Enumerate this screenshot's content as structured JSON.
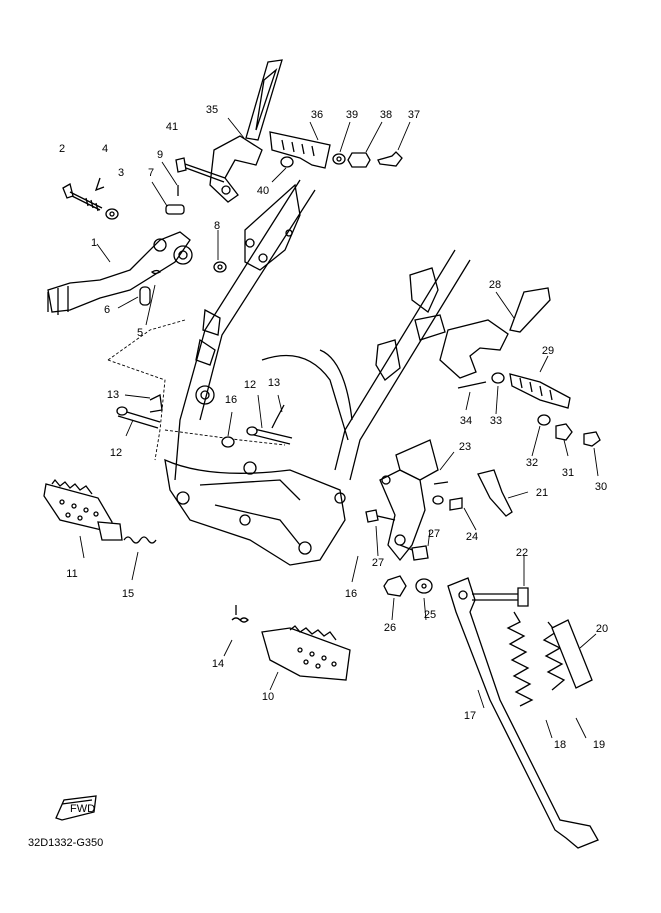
{
  "diagram": {
    "code": "32D1332-G350",
    "fwd_badge": "FWD",
    "callouts": [
      {
        "n": "1"
      },
      {
        "n": "2"
      },
      {
        "n": "3"
      },
      {
        "n": "4"
      },
      {
        "n": "5"
      },
      {
        "n": "6"
      },
      {
        "n": "7"
      },
      {
        "n": "8"
      },
      {
        "n": "9"
      },
      {
        "n": "10"
      },
      {
        "n": "11"
      },
      {
        "n": "12"
      },
      {
        "n": "12"
      },
      {
        "n": "13"
      },
      {
        "n": "13"
      },
      {
        "n": "14"
      },
      {
        "n": "15"
      },
      {
        "n": "16"
      },
      {
        "n": "16"
      },
      {
        "n": "17"
      },
      {
        "n": "18"
      },
      {
        "n": "19"
      },
      {
        "n": "20"
      },
      {
        "n": "21"
      },
      {
        "n": "22"
      },
      {
        "n": "23"
      },
      {
        "n": "24"
      },
      {
        "n": "25"
      },
      {
        "n": "26"
      },
      {
        "n": "27"
      },
      {
        "n": "27"
      },
      {
        "n": "28"
      },
      {
        "n": "29"
      },
      {
        "n": "30"
      },
      {
        "n": "31"
      },
      {
        "n": "32"
      },
      {
        "n": "33"
      },
      {
        "n": "34"
      },
      {
        "n": "35"
      },
      {
        "n": "36"
      },
      {
        "n": "37"
      },
      {
        "n": "38"
      },
      {
        "n": "39"
      },
      {
        "n": "40"
      },
      {
        "n": "41"
      }
    ]
  }
}
